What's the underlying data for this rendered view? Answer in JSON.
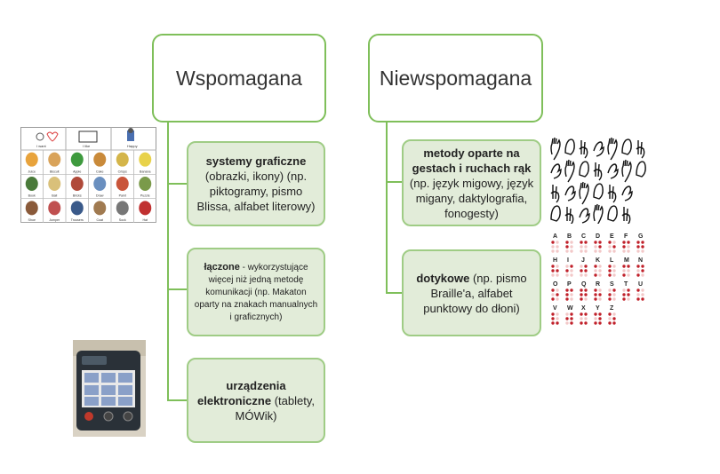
{
  "left": {
    "title": "Wspomagana",
    "items": [
      {
        "bold": "systemy graficzne",
        "rest": "(obrazki, ikony) (np. piktogramy, pismo Blissa, alfabet literowy)"
      },
      {
        "bold": "łączone",
        "rest": " - wykorzystujące więcej niż jedną metodę komunikacji (np. Makaton oparty na znakach manualnych i graficznych)"
      },
      {
        "bold": "urządzenia elektroniczne",
        "rest": " (tablety, MÓWik)"
      }
    ]
  },
  "right": {
    "title": "Niewspomagana",
    "items": [
      {
        "bold": "metody oparte na gestach i ruchach rąk",
        "rest": " (np. język migowy, język migany, daktylografia, fonogesty)"
      },
      {
        "bold": "dotykowe",
        "rest": " (np. pismo Braille'a, alfabet punktowy do dłoni)"
      }
    ]
  },
  "braille_rows": [
    [
      "A",
      "B",
      "C",
      "D",
      "E",
      "F",
      "G"
    ],
    [
      "H",
      "I",
      "J",
      "K",
      "L",
      "M",
      "N"
    ],
    [
      "O",
      "P",
      "Q",
      "R",
      "S",
      "T",
      "U"
    ],
    [
      "V",
      "W",
      "X",
      "Y",
      "Z"
    ]
  ],
  "symbol_board": {
    "headers": [
      "I want",
      "I like",
      "Happy"
    ],
    "cells": [
      "Juice",
      "Biscuit",
      "Apple",
      "Cake",
      "Crisps",
      "Banana",
      "Book",
      "Ball",
      "Bricks",
      "Draw",
      "Paint",
      "Puzzle",
      "Shoe",
      "Jumper",
      "Trousers",
      "Coat",
      "Sock",
      "Hat"
    ]
  },
  "colors": {
    "accent": "#7fbf5a",
    "sub_fill": "#e2ecd9"
  }
}
